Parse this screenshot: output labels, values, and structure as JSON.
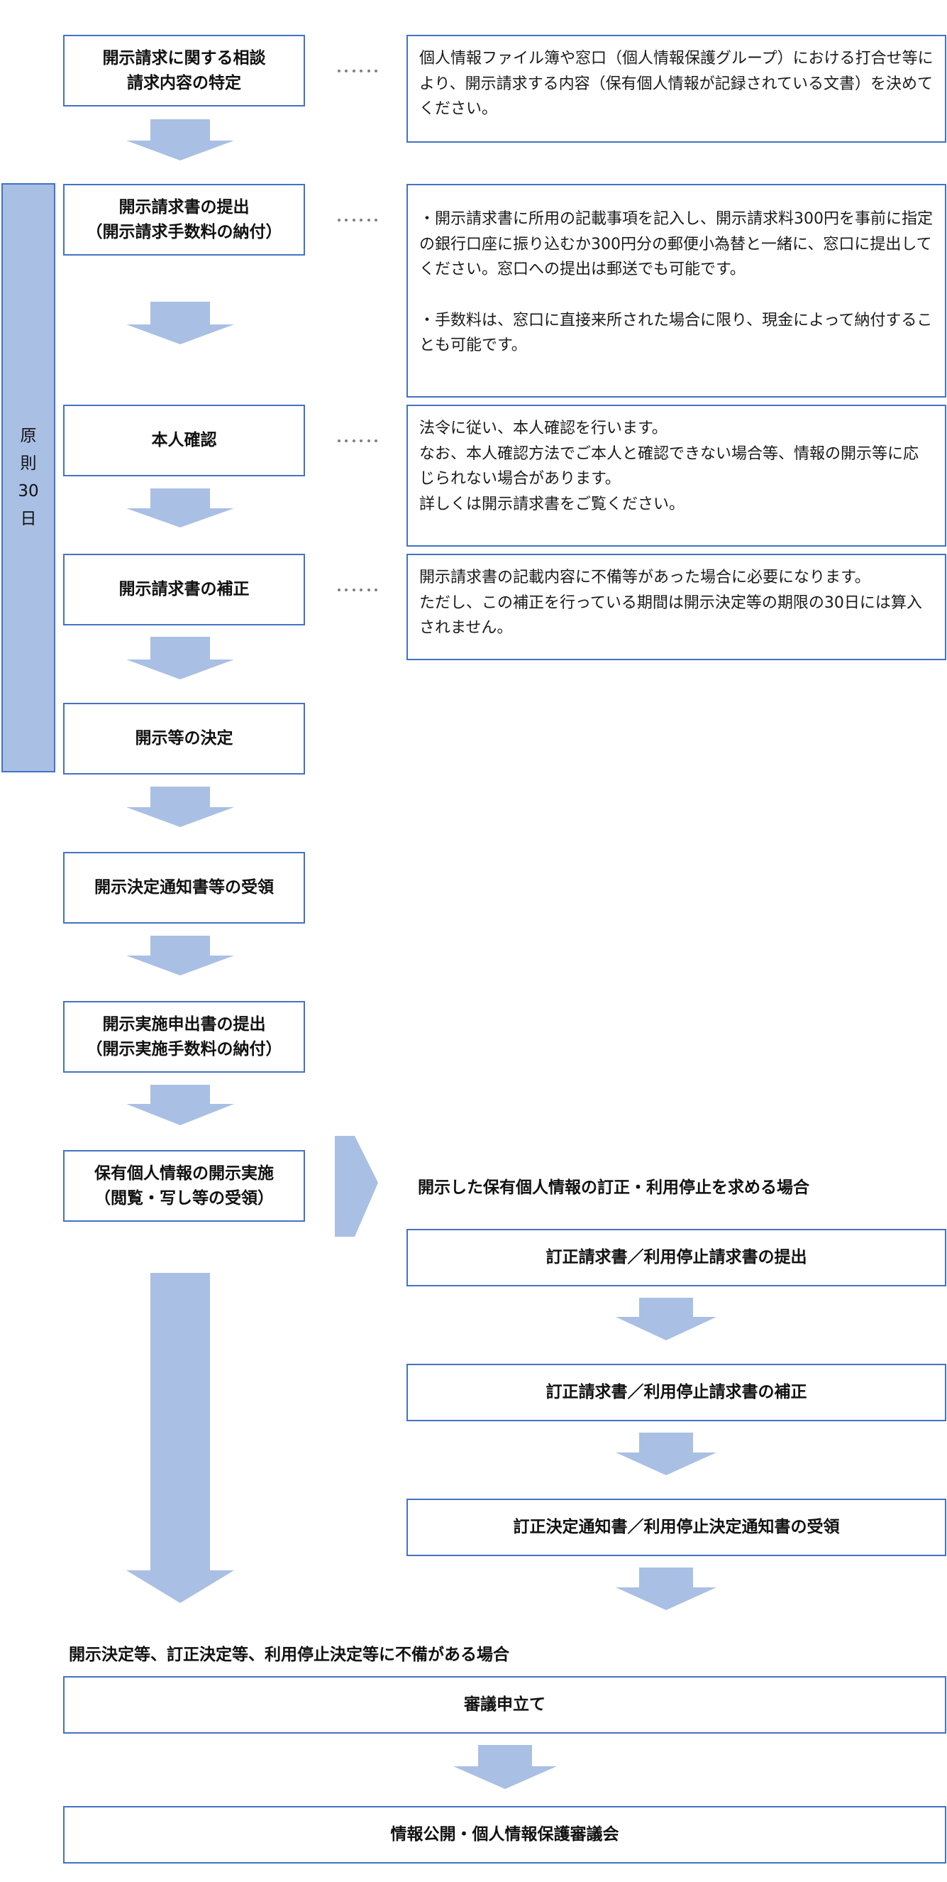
{
  "sidebar": {
    "label": "原則30日"
  },
  "steps": {
    "consult": "開示請求に関する相談\n請求内容の特定",
    "submit_request": "開示請求書の提出\n（開示請求手数料の納付）",
    "identity": "本人確認",
    "amend_request": "開示請求書の補正",
    "decision": "開示等の決定",
    "receive_notice": "開示決定通知書等の受領",
    "submit_implementation": "開示実施申出書の提出\n（開示実施手数料の納付）",
    "implementation": "保有個人情報の開示実施\n（閲覧・写し等の受領）"
  },
  "notes": {
    "consult": "個人情報ファイル簿や窓口（個人情報保護グループ）における打合せ等により、開示請求する内容（保有個人情報が記録されている文書）を決めてください。",
    "submit_request": "・開示請求書に所用の記載事項を記入し、開示請求料300円を事前に指定の銀行口座に振り込むか300円分の郵便小為替と一緒に、窓口に提出してください。窓口への提出は郵送でも可能です。\n\n・手数料は、窓口に直接来所された場合に限り、現金によって納付することも可能です。",
    "identity": "法令に従い、本人確認を行います。\nなお、本人確認方法でご本人と確認できない場合等、情報の開示等に応じられない場合があります。\n詳しくは開示請求書をご覧ください。",
    "amend_request": "開示請求書の記載内容に不備等があった場合に必要になります。\nただし、この補正を行っている期間は開示決定等の期限の30日には算入されません。"
  },
  "branch": {
    "heading": "開示した保有個人情報の訂正・利用停止を求める場合",
    "submit": "訂正請求書／利用停止請求書の提出",
    "amend": "訂正請求書／利用停止請求書の補正",
    "receive": "訂正決定通知書／利用停止決定通知書の受領"
  },
  "appeal": {
    "heading": "開示決定等、訂正決定等、利用停止決定等に不備がある場合",
    "request": "審議申立て",
    "council": "情報公開・個人情報保護審議会"
  },
  "colors": {
    "border": "#4472C4",
    "arrow": "#A9BFE4",
    "sidebar_fill": "#A9BFE4",
    "dots": "#7f7f7f"
  }
}
